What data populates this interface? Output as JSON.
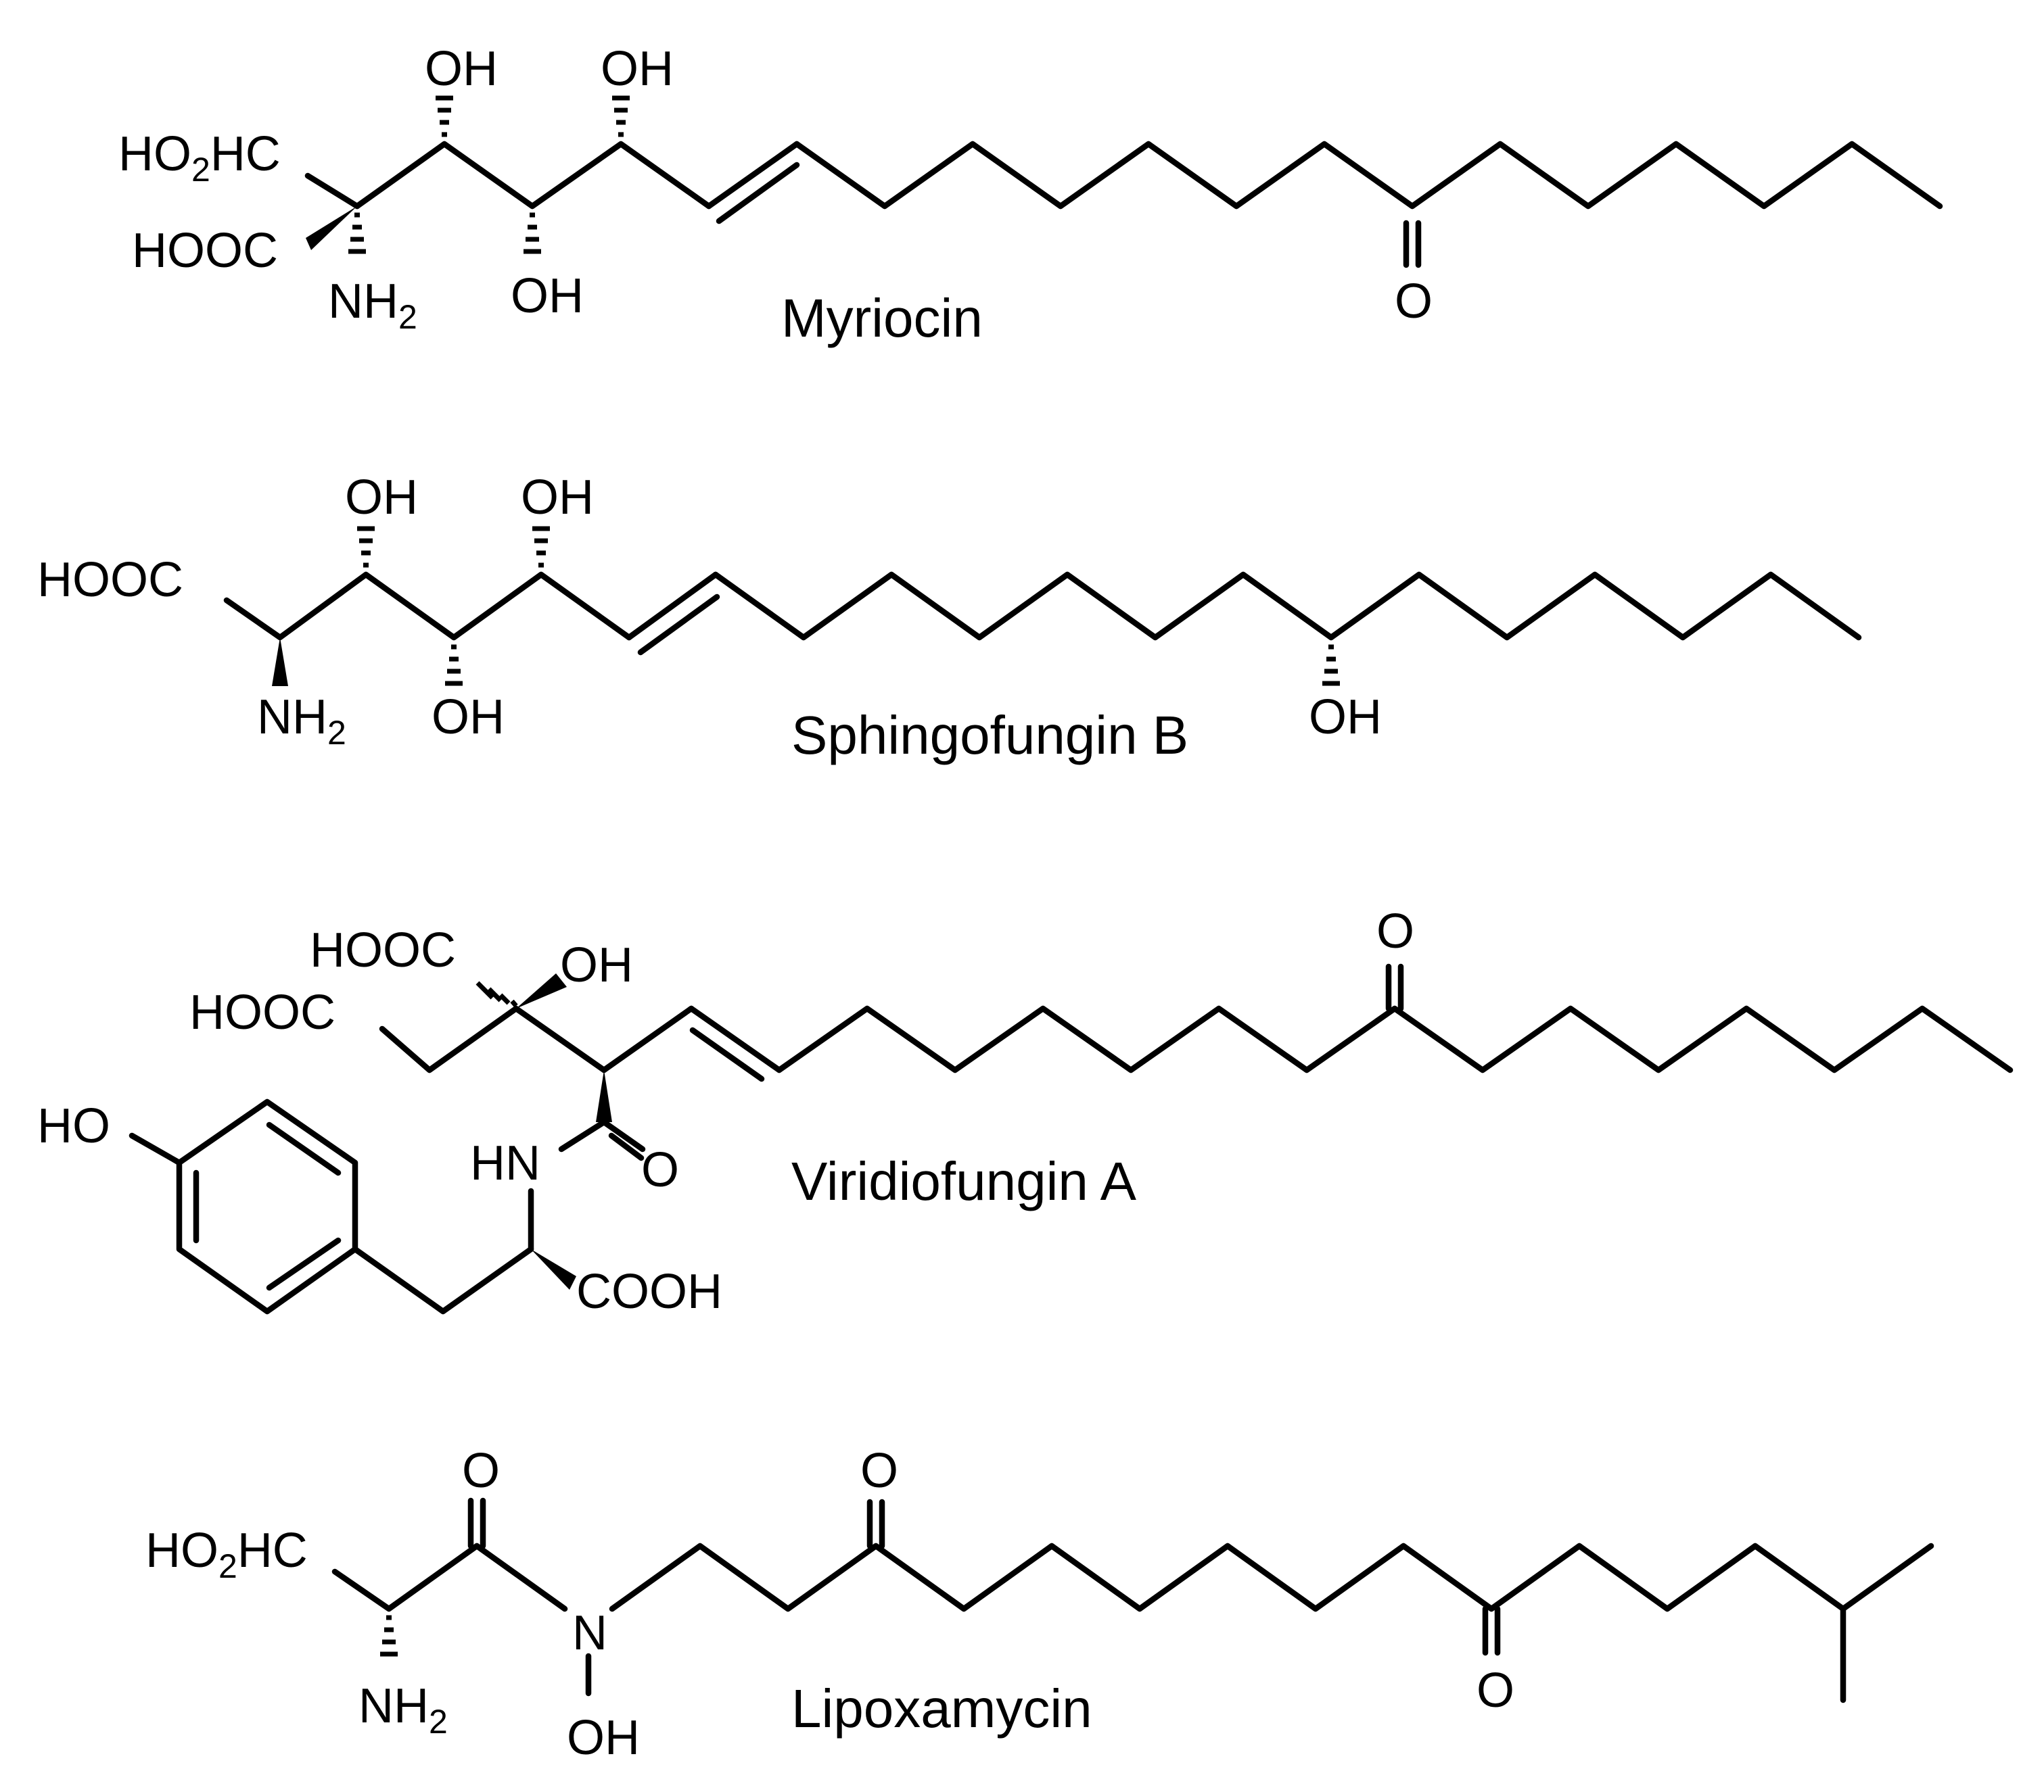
{
  "molecules": [
    {
      "name": "Myriocin",
      "labels": {
        "ho2hc": [
          "HO",
          "2",
          "HC"
        ],
        "hooc": "HOOC",
        "nh2": [
          "NH",
          "2"
        ],
        "oh_top_1": "OH",
        "oh_top_2": "OH",
        "oh_bottom": "OH",
        "keto_o": "O"
      }
    },
    {
      "name": "Sphingofungin B",
      "labels": {
        "hooc": "HOOC",
        "nh2": [
          "NH",
          "2"
        ],
        "oh_top_1": "OH",
        "oh_top_2": "OH",
        "oh_bottom": "OH",
        "oh_chain": "OH"
      }
    },
    {
      "name": "Viridiofungin A",
      "labels": {
        "hooc_upper": "HOOC",
        "oh": "OH",
        "hooc_lower": "HOOC",
        "keto_o": "O",
        "ho_phenol": "HO",
        "hn": "HN",
        "amide_o": "O",
        "cooh": "COOH"
      }
    },
    {
      "name": "Lipoxamycin",
      "labels": {
        "ho2hc": [
          "HO",
          "2",
          "HC"
        ],
        "nh2": [
          "NH",
          "2"
        ],
        "amide_o": "O",
        "n": "N",
        "n_oh": "OH",
        "keto_o_1": "O",
        "keto_o_2": "O"
      }
    }
  ]
}
